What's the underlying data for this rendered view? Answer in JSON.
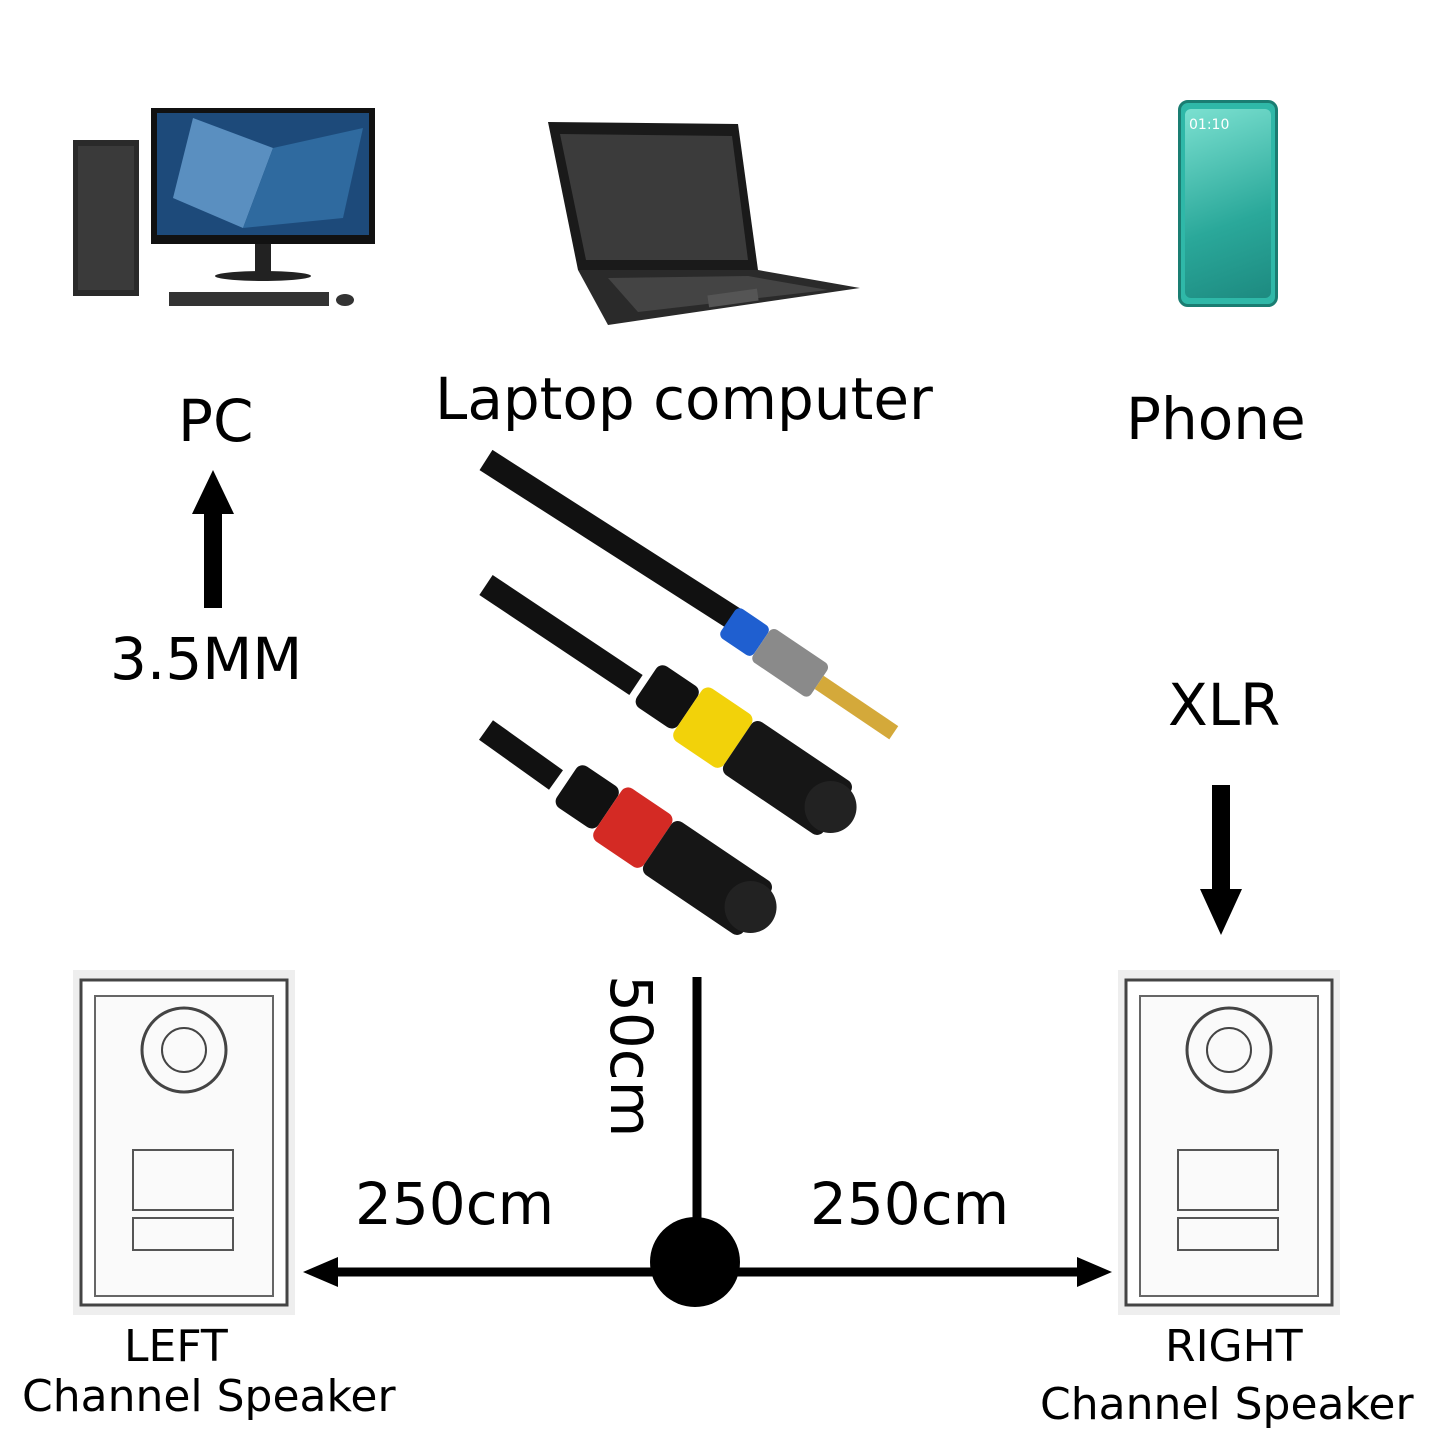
{
  "sources": {
    "pc": "PC",
    "laptop": "Laptop computer",
    "phone": "Phone",
    "phone_screen_time": "01:10"
  },
  "connectors": {
    "input": "3.5MM",
    "output": "XLR"
  },
  "lengths": {
    "main": "50cm",
    "left": "250cm",
    "right": "250cm"
  },
  "speakers": {
    "left_title": "LEFT",
    "left_sub": "Channel Speaker",
    "right_title": "RIGHT",
    "right_sub": "Channel Speaker"
  },
  "colors": {
    "jack_collar": "#1f5fd0",
    "left_xlr_collar": "#f2d20a",
    "right_xlr_collar": "#d42a24",
    "phone_body": "#2fb8a8"
  }
}
